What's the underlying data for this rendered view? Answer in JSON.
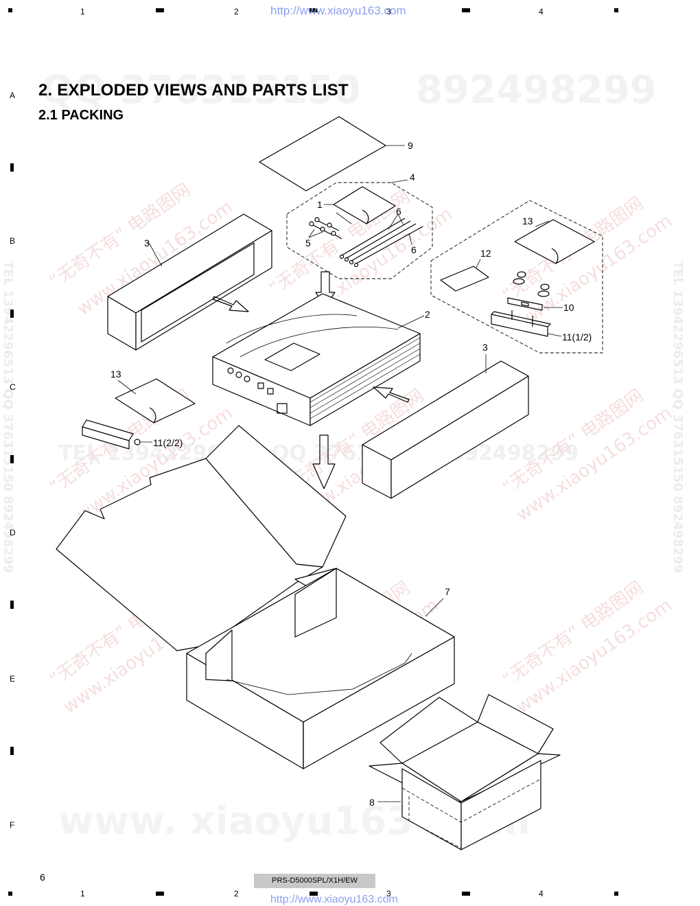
{
  "header": {
    "columns": [
      "1",
      "2",
      "3",
      "4"
    ],
    "url": "http://www.xiaoyu163.com"
  },
  "rows": [
    "A",
    "B",
    "C",
    "D",
    "E",
    "F"
  ],
  "title": {
    "main": "2. EXPLODED VIEWS AND PARTS LIST",
    "sub": "2.1 PACKING"
  },
  "watermarks": {
    "top_left": "QQ 376315150",
    "top_right": "892498299",
    "mid_row": "TEL 13942296513  QQ 376315150  892498299",
    "bottom": "www. xiaoyu163 .com",
    "diagonal_cn": "“无奇不有” 电路图网",
    "diagonal_url": "www.xiaoyu163.com",
    "side": "TEL 13942296513  QQ 376315150  892498299"
  },
  "callouts": {
    "c9": "9",
    "c4": "4",
    "c1": "1",
    "c6a": "6",
    "c6b": "6",
    "c5": "5",
    "c3a": "3",
    "c13a": "13",
    "c12": "12",
    "c10": "10",
    "c2": "2",
    "c11a": "11(1/2)",
    "c3b": "3",
    "c13b": "13",
    "c11b": "11(2/2)",
    "c7": "7",
    "c8": "8"
  },
  "footer": {
    "page_number": "6",
    "model": "PRS-D5000SPL/X1H/EW",
    "url": "http://www.xiaoyu163.com"
  }
}
